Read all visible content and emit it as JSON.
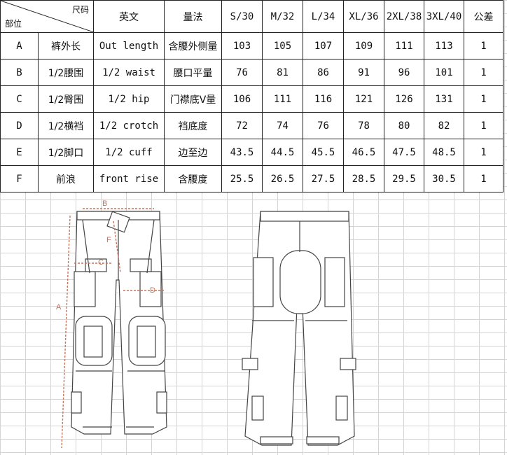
{
  "header": {
    "corner_top": "尺码",
    "corner_bottom": "部位",
    "english": "英文",
    "method": "量法",
    "sizes": [
      "S/30",
      "M/32",
      "L/34",
      "XL/36",
      "2XL/38",
      "3XL/40"
    ],
    "tolerance": "公差"
  },
  "rows": [
    {
      "code": "A",
      "part": "裤外长",
      "english": "Out length",
      "method": "含腰外侧量",
      "values": [
        "103",
        "105",
        "107",
        "109",
        "111",
        "113"
      ],
      "tol": "1"
    },
    {
      "code": "B",
      "part": "1/2腰围",
      "english": "1/2 waist",
      "method": "腰口平量",
      "values": [
        "76",
        "81",
        "86",
        "91",
        "96",
        "101"
      ],
      "tol": "1"
    },
    {
      "code": "C",
      "part": "1/2臀围",
      "english": "1/2 hip",
      "method": "门襟底V量",
      "values": [
        "106",
        "111",
        "116",
        "121",
        "126",
        "131"
      ],
      "tol": "1"
    },
    {
      "code": "D",
      "part": "1/2横裆",
      "english": "1/2 crotch",
      "method": "裆底度",
      "values": [
        "72",
        "74",
        "76",
        "78",
        "80",
        "82"
      ],
      "tol": "1"
    },
    {
      "code": "E",
      "part": "1/2脚口",
      "english": "1/2 cuff",
      "method": "边至边",
      "values": [
        "43.5",
        "44.5",
        "45.5",
        "46.5",
        "47.5",
        "48.5"
      ],
      "tol": "1"
    },
    {
      "code": "F",
      "part": "前浪",
      "english": "front rise",
      "method": "含腰度",
      "values": [
        "25.5",
        "26.5",
        "27.5",
        "28.5",
        "29.5",
        "30.5"
      ],
      "tol": "1"
    }
  ],
  "diagram": {
    "front_labels": {
      "a": "A",
      "b": "B",
      "c": "C",
      "d": "D",
      "f": "F"
    },
    "accent_color": "#c8735a"
  }
}
